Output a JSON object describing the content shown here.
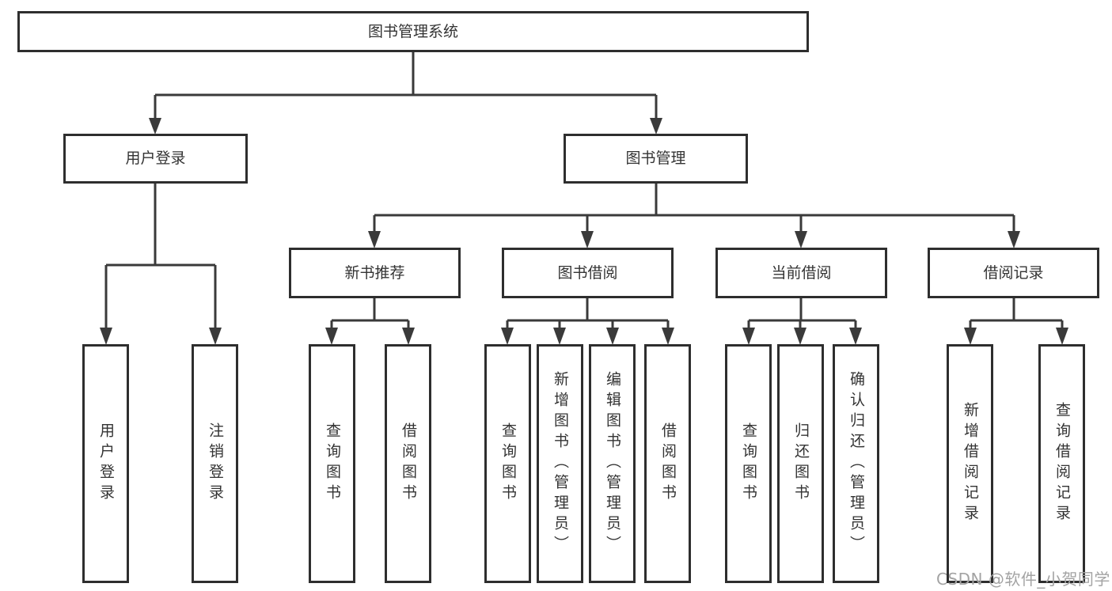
{
  "tree": {
    "label": "图书管理系统",
    "children": [
      {
        "label": "用户登录",
        "children": [
          {
            "label": "用户登录"
          },
          {
            "label": "注销登录"
          }
        ]
      },
      {
        "label": "图书管理",
        "children": [
          {
            "label": "新书推荐",
            "children": [
              {
                "label": "查询图书"
              },
              {
                "label": "借阅图书"
              }
            ]
          },
          {
            "label": "图书借阅",
            "children": [
              {
                "label": "查询图书"
              },
              {
                "label": "新增图书（管理员）"
              },
              {
                "label": "编辑图书（管理员）"
              },
              {
                "label": "借阅图书"
              }
            ]
          },
          {
            "label": "当前借阅",
            "children": [
              {
                "label": "查询图书"
              },
              {
                "label": "归还图书"
              },
              {
                "label": "确认归还（管理员）"
              }
            ]
          },
          {
            "label": "借阅记录",
            "children": [
              {
                "label": "新增借阅记录"
              },
              {
                "label": "查询借阅记录"
              }
            ]
          }
        ]
      }
    ]
  },
  "watermark": {
    "text": "CSDN @软件_小贺同学"
  },
  "colors": {
    "line": "#3a3a3a",
    "border": "#2e2e2e",
    "text": "#333333",
    "watermark": "#a3a3a3"
  }
}
